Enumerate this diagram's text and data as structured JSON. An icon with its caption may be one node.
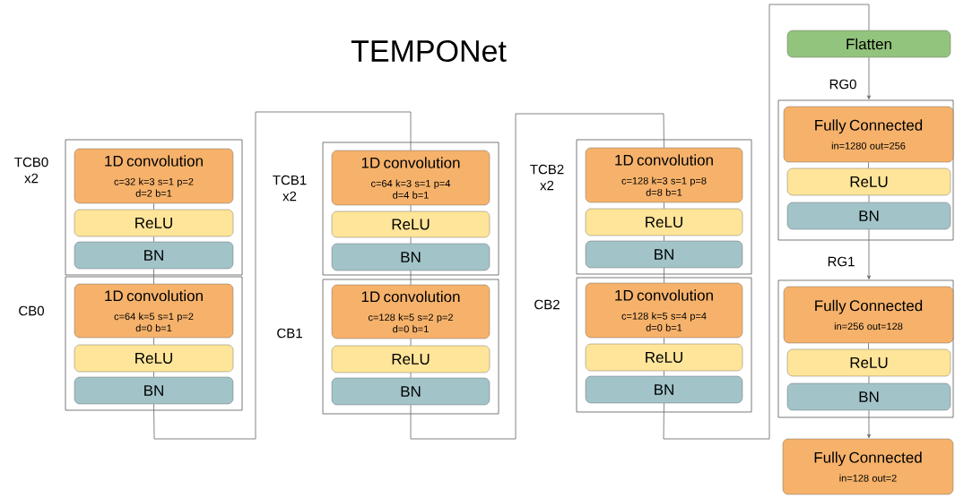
{
  "diagram": {
    "title": "TEMPONet",
    "nodes": [
      {
        "text": [
          "TCB0 x2"
        ]
      },
      {
        "text": [
          "1D convolution",
          "c=32 k=3 s=1 p=2 d=2 b=1"
        ],
        "in": 0
      },
      {
        "text": [
          "ReLU"
        ],
        "in": 0
      },
      {
        "text": [
          "BN"
        ],
        "in": 0
      },
      {
        "text": [
          "CB0"
        ]
      },
      {
        "text": [
          "1D convolution",
          "c=64 k=5 s=1 p=2 d=0 b=1"
        ],
        "in": 4
      },
      {
        "text": [
          "ReLU"
        ],
        "in": 4
      },
      {
        "text": [
          "BN"
        ],
        "in": 4
      },
      {
        "text": [
          "TCB1 x2"
        ]
      },
      {
        "text": [
          "1D convolution",
          "c=64 k=3 s=1 p=4 d=4 b=1"
        ],
        "in": 8
      },
      {
        "text": [
          "ReLU"
        ],
        "in": 8
      },
      {
        "text": [
          "BN"
        ],
        "in": 8
      },
      {
        "text": [
          "CB1"
        ]
      },
      {
        "text": [
          "1D convolution",
          "c=128 k=5 s=2 p=2 d=0 b=1"
        ],
        "in": 12
      },
      {
        "text": [
          "ReLU"
        ],
        "in": 12
      },
      {
        "text": [
          "BN"
        ],
        "in": 12
      },
      {
        "text": [
          "TCB2 x2"
        ]
      },
      {
        "text": [
          "1D convolution",
          "c=128 k=3 s=1 p=8 d=8 b=1"
        ],
        "in": 16
      },
      {
        "text": [
          "ReLU"
        ],
        "in": 16
      },
      {
        "text": [
          "BN"
        ],
        "in": 16
      },
      {
        "text": [
          "CB2"
        ]
      },
      {
        "text": [
          "1D convolution",
          "c=128 k=5 s=4 p=4 d=0 b=1"
        ],
        "in": 20
      },
      {
        "text": [
          "ReLU"
        ],
        "in": 20
      },
      {
        "text": [
          "BN"
        ],
        "in": 20
      },
      {
        "text": [
          "Flatten"
        ]
      },
      {
        "text": [
          "RG0"
        ]
      },
      {
        "text": [
          "Fully Connected",
          "in=1280 out=256"
        ],
        "in": 25
      },
      {
        "text": [
          "ReLU"
        ],
        "in": 25
      },
      {
        "text": [
          "BN"
        ],
        "in": 25
      },
      {
        "text": [
          "RG1"
        ]
      },
      {
        "text": [
          "Fully Connected",
          "in=256 out=128"
        ],
        "in": 29
      },
      {
        "text": [
          "ReLU"
        ],
        "in": 29
      },
      {
        "text": [
          "BN"
        ],
        "in": 29
      },
      {
        "text": [
          "Fully Connected",
          "in=128 out=2"
        ]
      }
    ],
    "edges": [
      {
        "from": 1,
        "to": 2,
        "arrow": "none"
      },
      {
        "from": 2,
        "to": 3,
        "arrow": "none"
      },
      {
        "from": 3,
        "to": 5,
        "arrow": "none"
      },
      {
        "from": 5,
        "to": 6,
        "arrow": "none"
      },
      {
        "from": 6,
        "to": 7,
        "arrow": "none"
      },
      {
        "from": 7,
        "to": 9,
        "arrow": "none"
      },
      {
        "from": 9,
        "to": 10,
        "arrow": "none"
      },
      {
        "from": 10,
        "to": 11,
        "arrow": "none"
      },
      {
        "from": 11,
        "to": 13,
        "arrow": "none"
      },
      {
        "from": 13,
        "to": 14,
        "arrow": "none"
      },
      {
        "from": 14,
        "to": 15,
        "arrow": "none"
      },
      {
        "from": 15,
        "to": 17,
        "arrow": "none"
      },
      {
        "from": 17,
        "to": 18,
        "arrow": "none"
      },
      {
        "from": 18,
        "to": 19,
        "arrow": "none"
      },
      {
        "from": 19,
        "to": 21,
        "arrow": "none"
      },
      {
        "from": 21,
        "to": 22,
        "arrow": "none"
      },
      {
        "from": 22,
        "to": 23,
        "arrow": "none"
      },
      {
        "from": 23,
        "to": 24,
        "arrow": "none"
      },
      {
        "from": 24,
        "to": 25,
        "arrow": "to"
      },
      {
        "from": 26,
        "to": 27,
        "arrow": "none"
      },
      {
        "from": 27,
        "to": 28,
        "arrow": "none"
      },
      {
        "from": 28,
        "to": 29,
        "arrow": "to"
      },
      {
        "from": 30,
        "to": 31,
        "arrow": "none"
      },
      {
        "from": 31,
        "to": 32,
        "arrow": "none"
      },
      {
        "from": 32,
        "to": 33,
        "arrow": "to"
      }
    ]
  }
}
